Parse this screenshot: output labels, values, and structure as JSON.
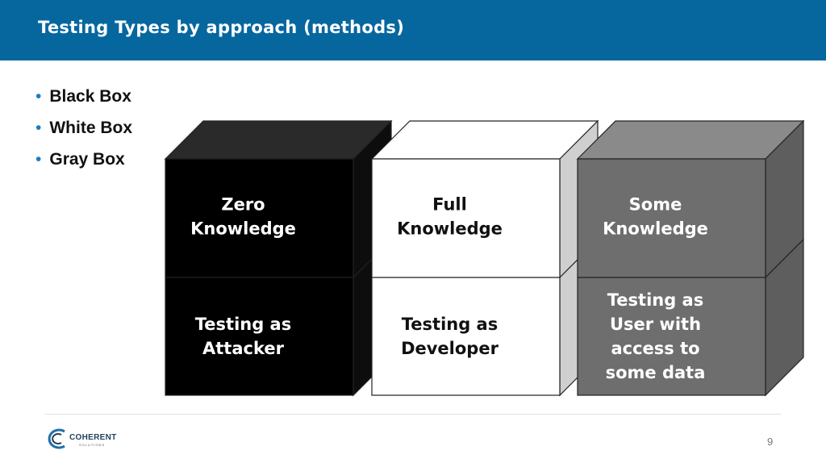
{
  "slide": {
    "title": "Testing Types by approach (methods)",
    "page_number": "9"
  },
  "bullets": [
    {
      "marker": "•",
      "text": "Black Box"
    },
    {
      "marker": "•",
      "text": "White Box"
    },
    {
      "marker": "•",
      "text": "Gray Box"
    }
  ],
  "cubes": [
    {
      "top_label": [
        "Zero",
        "Knowledge"
      ],
      "bottom_label": [
        "Testing as",
        "Attacker"
      ],
      "top_color": "#2a2a2a",
      "side_color": "#0d0d0d",
      "front_color": "#000000",
      "text_color": "#ffffff"
    },
    {
      "top_label": [
        "Full",
        "Knowledge"
      ],
      "bottom_label": [
        "Testing as",
        "Developer"
      ],
      "top_color": "#ffffff",
      "side_color": "#cfcfcf",
      "front_color": "#ffffff",
      "text_color": "#111111"
    },
    {
      "top_label": [
        "Some",
        "Knowledge"
      ],
      "bottom_label": [
        "Testing as",
        "User with",
        "access to",
        "some data"
      ],
      "top_color": "#8a8a8a",
      "side_color": "#5e5e5e",
      "front_color": "#6e6e6e",
      "text_color": "#ffffff"
    }
  ],
  "footer": {
    "logo_text": "COHERENT",
    "logo_subtext": "SOLUTIONS"
  },
  "colors": {
    "header_bg": "#06679f",
    "bullet_marker": "#1f7bbd"
  }
}
